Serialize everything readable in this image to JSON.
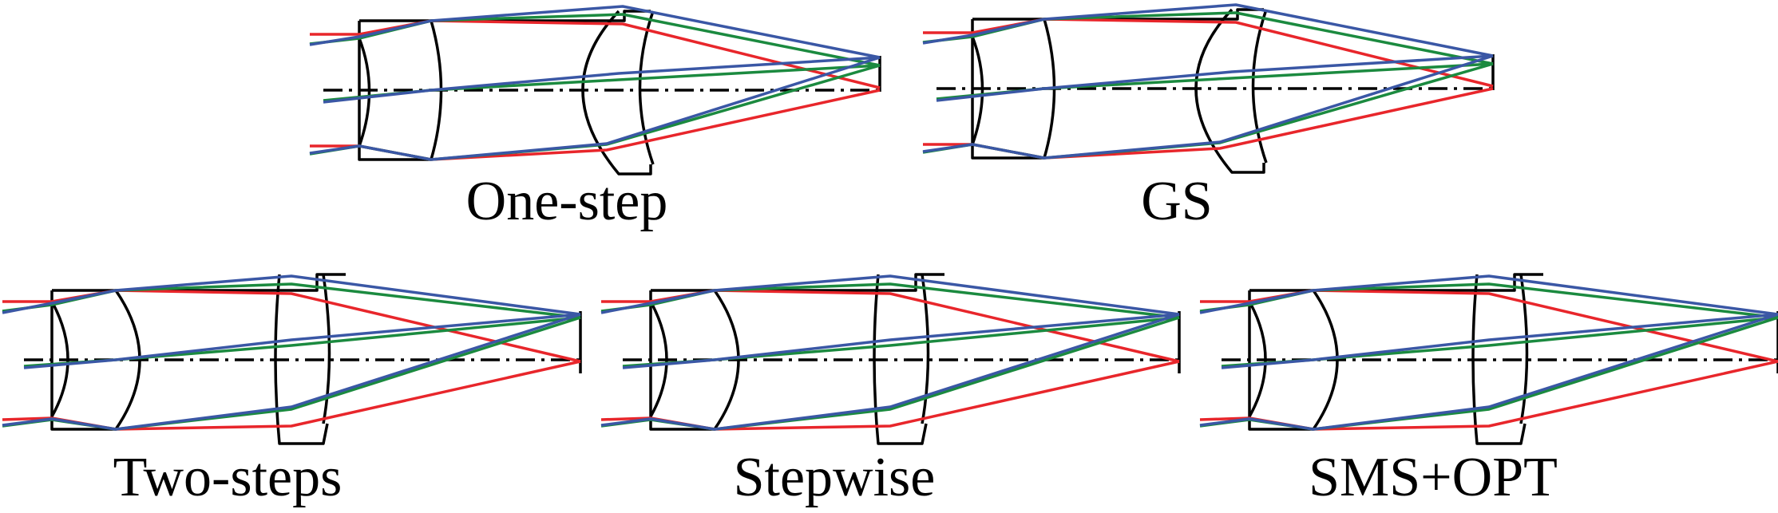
{
  "panels": [
    {
      "label": "One-step"
    },
    {
      "label": "GS"
    },
    {
      "label": "Two-steps"
    },
    {
      "label": "Stepwise"
    },
    {
      "label": "SMS+OPT"
    }
  ],
  "colors": {
    "outline": "#000000",
    "ray_red": "#e8262b",
    "ray_green": "#1b8a3f",
    "ray_blue": "#3a57a5"
  }
}
